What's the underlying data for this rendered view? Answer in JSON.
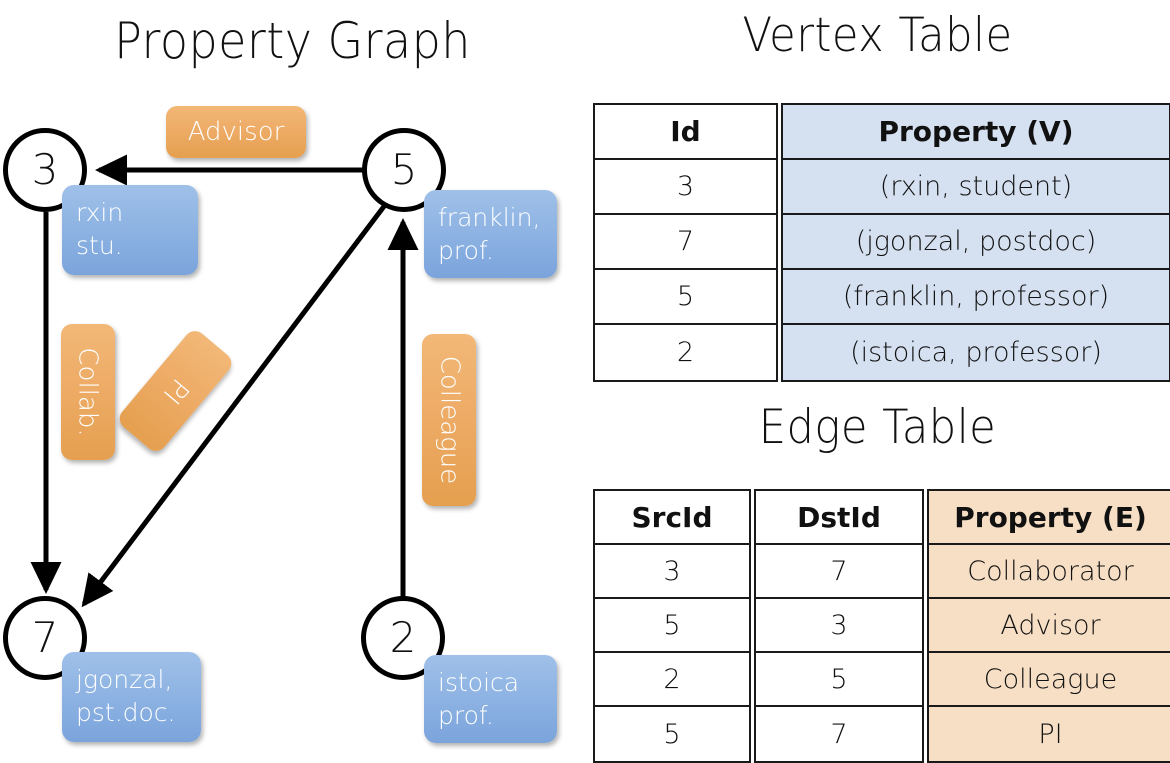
{
  "panels": {
    "graph_title": "Property Graph",
    "vertex_title": "Vertex Table",
    "edge_title": "Edge Table"
  },
  "graph": {
    "nodes": [
      {
        "id": "3",
        "property": "rxin\nstu."
      },
      {
        "id": "5",
        "property": "franklin,\nprof."
      },
      {
        "id": "7",
        "property": "jgonzal,\npst.doc."
      },
      {
        "id": "2",
        "property": "istoica\nprof."
      }
    ],
    "edge_labels": [
      {
        "name": "advisor",
        "text": "Advisor"
      },
      {
        "name": "collab",
        "text": "Collab."
      },
      {
        "name": "pi",
        "text": "PI"
      },
      {
        "name": "colleague",
        "text": "Colleague"
      }
    ]
  },
  "vertex_table": {
    "headers": [
      "Id",
      "Property (V)"
    ],
    "rows": [
      {
        "id": "3",
        "property": "(rxin, student)"
      },
      {
        "id": "7",
        "property": "(jgonzal, postdoc)"
      },
      {
        "id": "5",
        "property": "(franklin, professor)"
      },
      {
        "id": "2",
        "property": "(istoica, professor)"
      }
    ]
  },
  "edge_table": {
    "headers": [
      "SrcId",
      "DstId",
      "Property (E)"
    ],
    "rows": [
      {
        "src": "3",
        "dst": "7",
        "property": "Collaborator"
      },
      {
        "src": "5",
        "dst": "3",
        "property": "Advisor"
      },
      {
        "src": "2",
        "dst": "5",
        "property": "Colleague"
      },
      {
        "src": "5",
        "dst": "7",
        "property": "PI"
      }
    ]
  },
  "colors": {
    "vertex_property_fill": "#d5e0f0",
    "edge_property_fill": "#f7dfc5",
    "node_property_box": "#8fb4e3",
    "edge_label_box": "#eead69",
    "stroke": "#000000"
  }
}
